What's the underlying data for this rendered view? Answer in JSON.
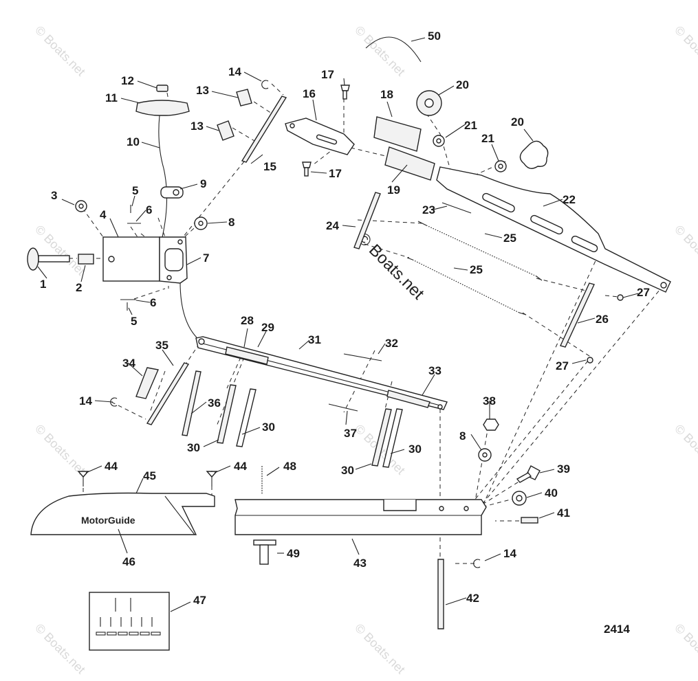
{
  "diagram": {
    "figure_number": "2414",
    "brand_label": "MotorGuide",
    "watermark": "© Boats.net",
    "callouts": [
      {
        "id": "c50",
        "text": "50"
      },
      {
        "id": "c12",
        "text": "12"
      },
      {
        "id": "c11",
        "text": "11"
      },
      {
        "id": "c14a",
        "text": "14"
      },
      {
        "id": "c17a",
        "text": "17"
      },
      {
        "id": "c16",
        "text": "16"
      },
      {
        "id": "c18",
        "text": "18"
      },
      {
        "id": "c20a",
        "text": "20"
      },
      {
        "id": "c13a",
        "text": "13"
      },
      {
        "id": "c13b",
        "text": "13"
      },
      {
        "id": "c10",
        "text": "10"
      },
      {
        "id": "c21a",
        "text": "21"
      },
      {
        "id": "c20b",
        "text": "20"
      },
      {
        "id": "c21b",
        "text": "21"
      },
      {
        "id": "c15",
        "text": "15"
      },
      {
        "id": "c17b",
        "text": "17"
      },
      {
        "id": "c19",
        "text": "19"
      },
      {
        "id": "c5a",
        "text": "5"
      },
      {
        "id": "c9",
        "text": "9"
      },
      {
        "id": "c3",
        "text": "3"
      },
      {
        "id": "c6a",
        "text": "6"
      },
      {
        "id": "c4",
        "text": "4"
      },
      {
        "id": "c8a",
        "text": "8"
      },
      {
        "id": "c23",
        "text": "23"
      },
      {
        "id": "c22",
        "text": "22"
      },
      {
        "id": "c24",
        "text": "24"
      },
      {
        "id": "c25a",
        "text": "25"
      },
      {
        "id": "c7",
        "text": "7"
      },
      {
        "id": "c25b",
        "text": "25"
      },
      {
        "id": "c1",
        "text": "1"
      },
      {
        "id": "c2",
        "text": "2"
      },
      {
        "id": "c27a",
        "text": "27"
      },
      {
        "id": "c6b",
        "text": "6"
      },
      {
        "id": "c26",
        "text": "26"
      },
      {
        "id": "c5b",
        "text": "5"
      },
      {
        "id": "c28",
        "text": "28"
      },
      {
        "id": "c29",
        "text": "29"
      },
      {
        "id": "c31",
        "text": "31"
      },
      {
        "id": "c32",
        "text": "32"
      },
      {
        "id": "c35",
        "text": "35"
      },
      {
        "id": "c27b",
        "text": "27"
      },
      {
        "id": "c34",
        "text": "34"
      },
      {
        "id": "c33",
        "text": "33"
      },
      {
        "id": "c14b",
        "text": "14"
      },
      {
        "id": "c36",
        "text": "36"
      },
      {
        "id": "c38",
        "text": "38"
      },
      {
        "id": "c30a",
        "text": "30"
      },
      {
        "id": "c30b",
        "text": "30"
      },
      {
        "id": "c37",
        "text": "37"
      },
      {
        "id": "c8b",
        "text": "8"
      },
      {
        "id": "c30c",
        "text": "30"
      },
      {
        "id": "c30d",
        "text": "30"
      },
      {
        "id": "c44a",
        "text": "44"
      },
      {
        "id": "c44b",
        "text": "44"
      },
      {
        "id": "c48",
        "text": "48"
      },
      {
        "id": "c45",
        "text": "45"
      },
      {
        "id": "c39",
        "text": "39"
      },
      {
        "id": "c40",
        "text": "40"
      },
      {
        "id": "c41",
        "text": "41"
      },
      {
        "id": "c49",
        "text": "49"
      },
      {
        "id": "c14c",
        "text": "14"
      },
      {
        "id": "c46",
        "text": "46"
      },
      {
        "id": "c43",
        "text": "43"
      },
      {
        "id": "c42",
        "text": "42"
      },
      {
        "id": "c47",
        "text": "47"
      }
    ]
  }
}
